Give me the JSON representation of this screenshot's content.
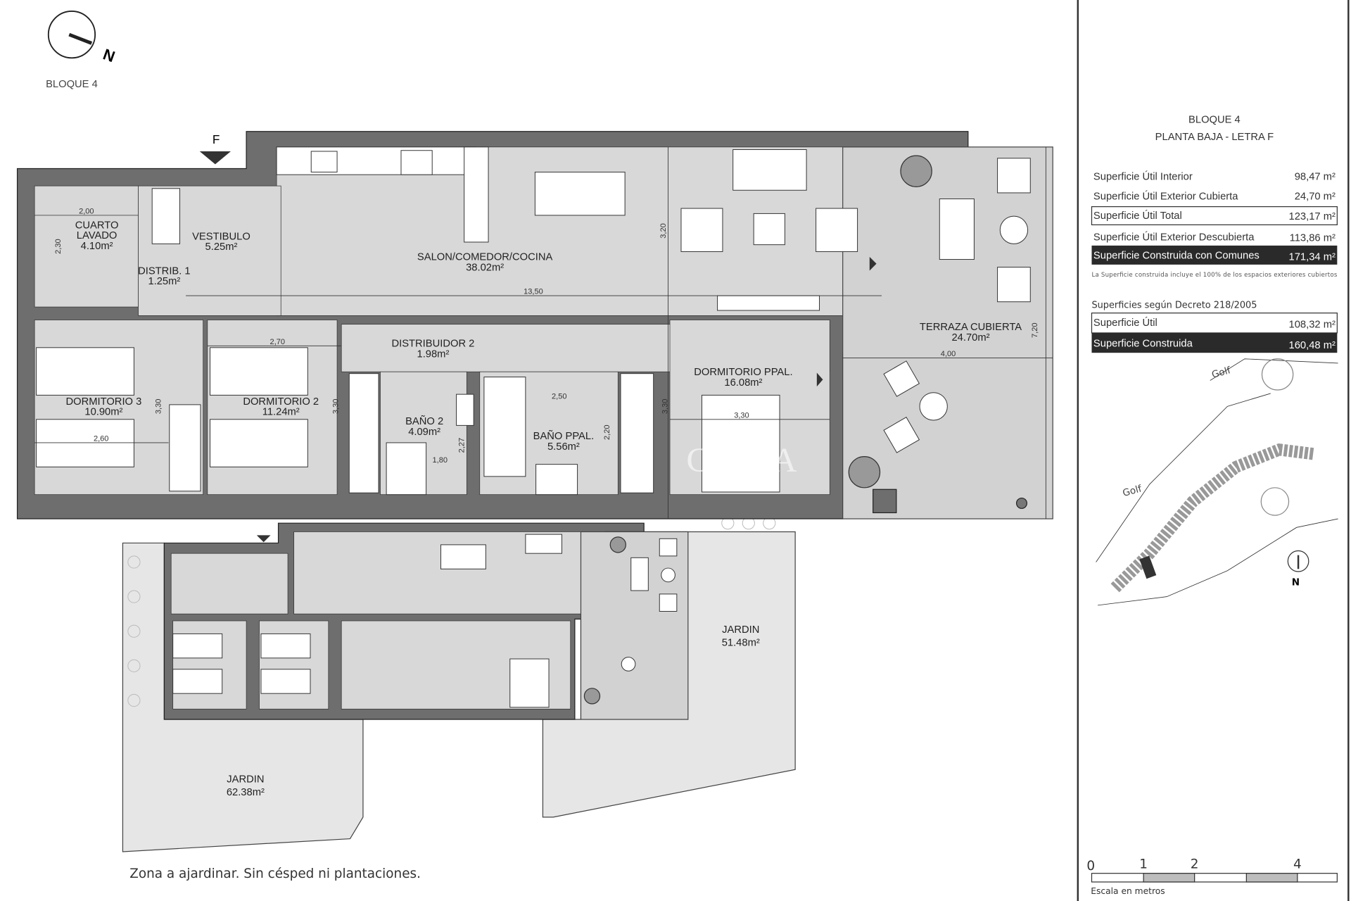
{
  "header": {
    "block_label": "BLOQUE 4",
    "entrance_marker": "F",
    "north_label": "N"
  },
  "rooms": {
    "cuarto_lavado": {
      "name1": "CUARTO",
      "name2": "LAVADO",
      "area": "4.10m²"
    },
    "vestibulo": {
      "name": "VESTIBULO",
      "area": "5.25m²"
    },
    "distrib1": {
      "name": "DISTRIB. 1",
      "area": "1.25m²"
    },
    "salon": {
      "name": "SALON/COMEDOR/COCINA",
      "area": "38.02m²"
    },
    "distribuidor2": {
      "name": "DISTRIBUIDOR 2",
      "area": "1.98m²"
    },
    "dormitorio3": {
      "name": "DORMITORIO 3",
      "area": "10.90m²"
    },
    "dormitorio2": {
      "name": "DORMITORIO 2",
      "area": "11.24m²"
    },
    "bano2": {
      "name": "BAÑO 2",
      "area": "4.09m²"
    },
    "bano_ppal": {
      "name": "BAÑO PPAL.",
      "area": "5.56m²"
    },
    "dormitorio_ppal": {
      "name": "DORMITORIO PPAL.",
      "area": "16.08m²"
    },
    "terraza": {
      "name": "TERRAZA CUBIERTA",
      "area": "24.70m²"
    },
    "jardin1": {
      "name": "JARDIN",
      "area": "51.48m²"
    },
    "jardin2": {
      "name": "JARDIN",
      "area": "62.38m²"
    }
  },
  "dimensions": {
    "d_2_00": "2,00",
    "d_2_30": "2,30",
    "d_13_50": "13,50",
    "d_3_20": "3,20",
    "d_2_70": "2,70",
    "d_3_30a": "3,30",
    "d_3_30b": "3,30",
    "d_2_60": "2,60",
    "d_2_50": "2,50",
    "d_2_27": "2,27",
    "d_1_80": "1,80",
    "d_2_20": "2,20",
    "d_3_30c": "3,30",
    "d_3_30d": "3,30",
    "d_4_00": "4,00",
    "d_7_20": "7,20"
  },
  "watermark": "COSTA",
  "garden_note": "Zona a ajardinar. Sin césped ni plantaciones.",
  "panel": {
    "title": "BLOQUE 4",
    "subtitle": "PLANTA BAJA - LETRA F",
    "rows": [
      {
        "label": "Superficie Útil Interior",
        "value": "98,47 m²",
        "style": "plain"
      },
      {
        "label": "Superficie Útil Exterior Cubierta",
        "value": "24,70 m²",
        "style": "plain"
      },
      {
        "label": "Superficie Útil Total",
        "value": "123,17 m²",
        "style": "boxed"
      },
      {
        "label": "Superficie Útil Exterior Descubierta",
        "value": "113,86 m²",
        "style": "plain"
      },
      {
        "label": "Superficie Construida con Comunes",
        "value": "171,34 m²",
        "style": "dark"
      }
    ],
    "note": "La Superficie construida incluye el 100% de los espacios exteriores cubiertos",
    "decreto_title": "Superficies según Decreto 218/2005",
    "decreto_rows": [
      {
        "label": "Superficie Útil",
        "value": "108,32 m²",
        "style": "boxed"
      },
      {
        "label": "Superficie Construida",
        "value": "160,48 m²",
        "style": "dark"
      }
    ],
    "site_map": {
      "golf_label_1": "Golf",
      "golf_label_2": "Golf",
      "north_label": "N"
    },
    "scale": {
      "ticks": [
        "0",
        "1",
        "2",
        "4"
      ],
      "caption": "Escala en metros"
    }
  },
  "colors": {
    "wall": "#6e6e6e",
    "floor": "#d8d8d8",
    "dark_row": "#2a2a2a"
  }
}
